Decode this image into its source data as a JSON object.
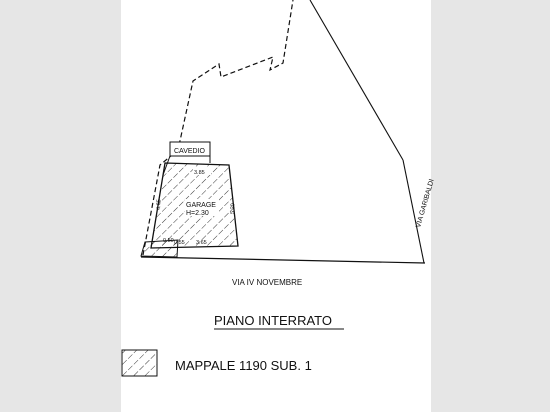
{
  "plan": {
    "cavedio_label": "CAVEDIO",
    "garage_label": "GARAGE",
    "height_label": "H=2.30",
    "dim_top": "3.85",
    "dim_left": "4.65",
    "dim_right": "5.20",
    "dim_bottom_small_1": "0.50",
    "dim_bottom_small_2": "0.55",
    "dim_bottom": "3.65",
    "street_bottom": "VIA IV NOVEMBRE",
    "street_right": "VIA GARIBALDI"
  },
  "title": {
    "floor": "PIANO  INTERRATO",
    "legend_text": "MAPPALE 1190 SUB. 1"
  }
}
